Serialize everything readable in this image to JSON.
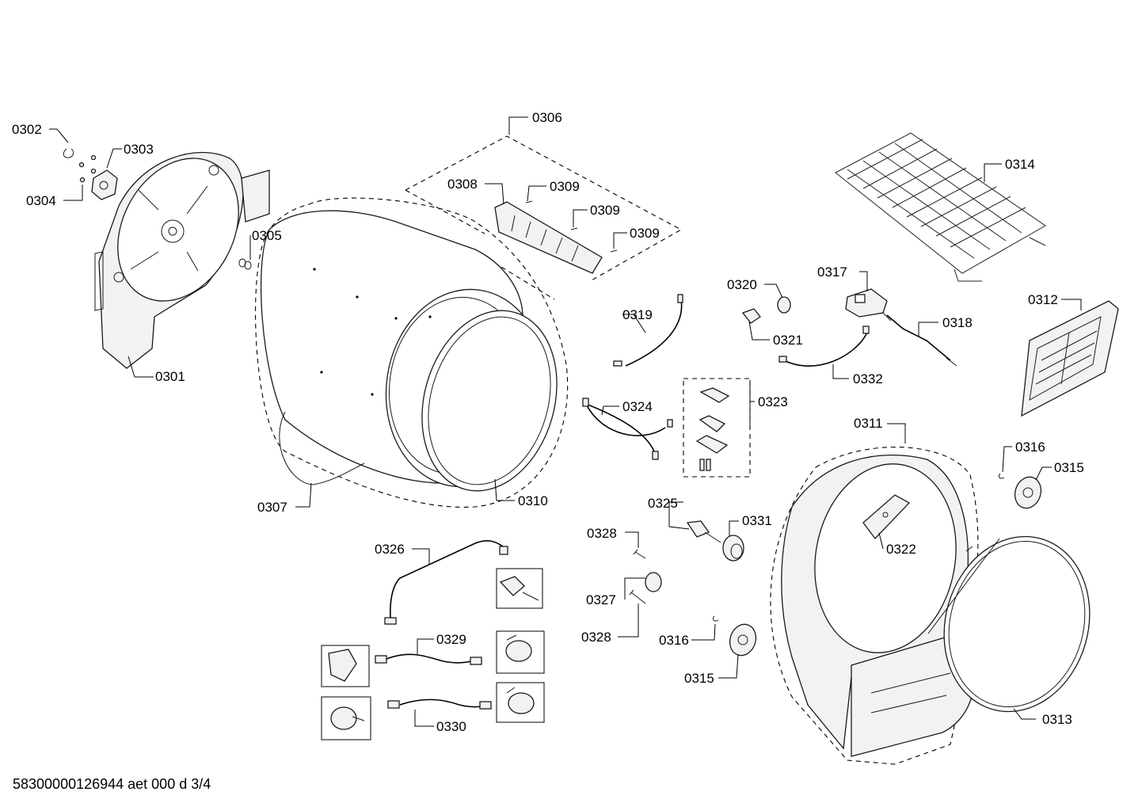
{
  "labels": {
    "p0301": "0301",
    "p0302": "0302",
    "p0303": "0303",
    "p0304": "0304",
    "p0305": "0305",
    "p0306": "0306",
    "p0307": "0307",
    "p0308": "0308",
    "p0309a": "0309",
    "p0309b": "0309",
    "p0309c": "0309",
    "p0310": "0310",
    "p0311": "0311",
    "p0312": "0312",
    "p0313": "0313",
    "p0314": "0314",
    "p0315a": "0315",
    "p0315b": "0315",
    "p0316a": "0316",
    "p0316b": "0316",
    "p0317": "0317",
    "p0318": "0318",
    "p0319": "0319",
    "p0320": "0320",
    "p0321": "0321",
    "p0322": "0322",
    "p0323": "0323",
    "p0324": "0324",
    "p0325": "0325",
    "p0326": "0326",
    "p0327": "0327",
    "p0328a": "0328",
    "p0328b": "0328",
    "p0329": "0329",
    "p0330": "0330",
    "p0331": "0331",
    "p0332": "0332"
  },
  "document_code": "58300000126944 aet 000 d 3/4"
}
